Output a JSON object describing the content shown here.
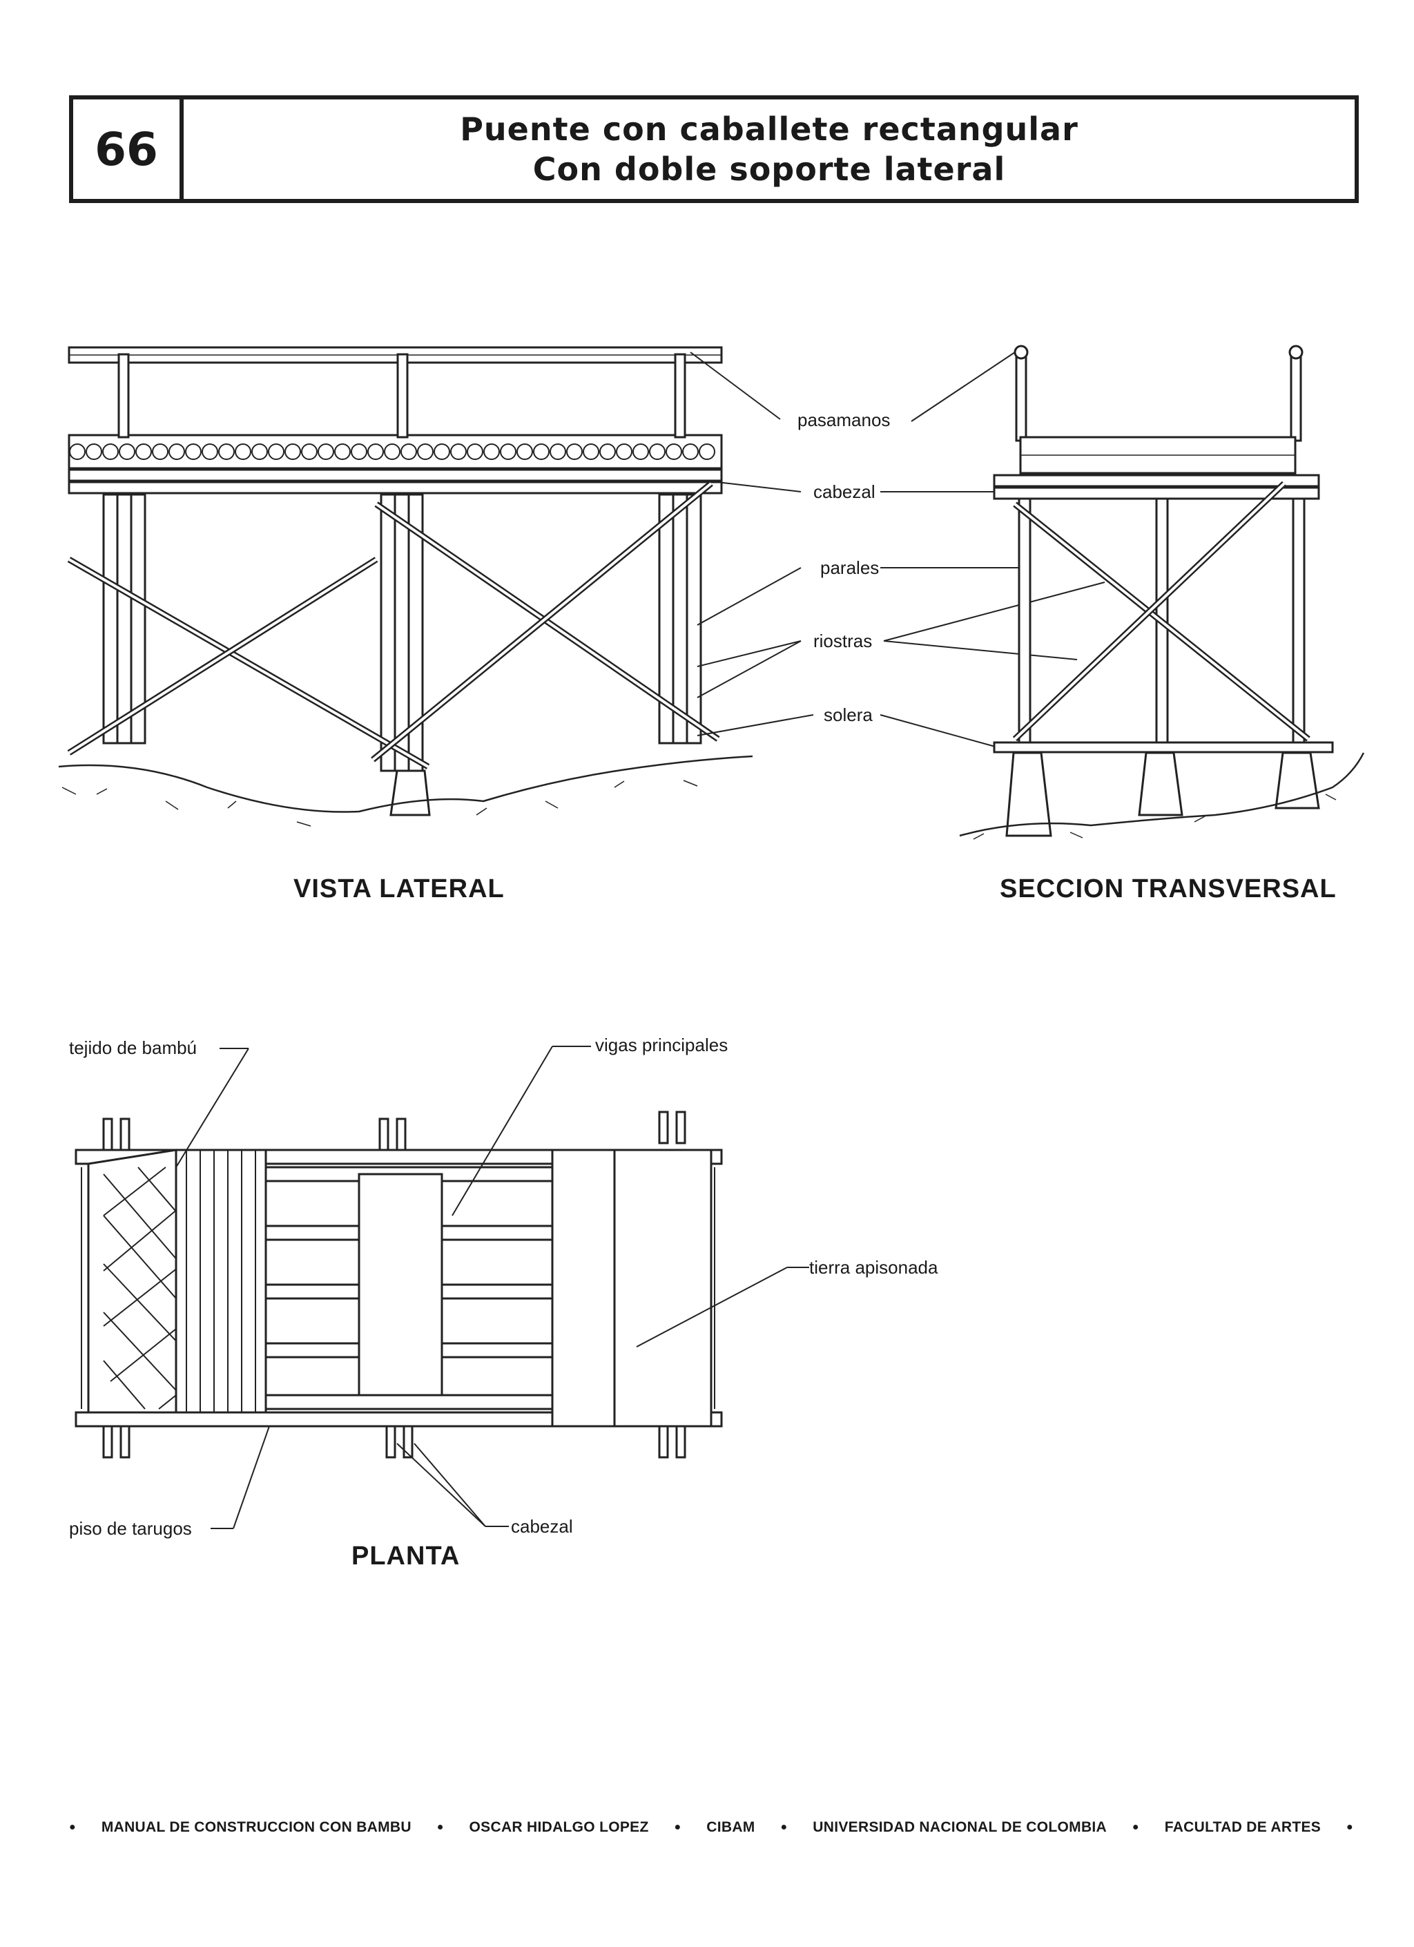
{
  "page": {
    "number": "66",
    "title_line1": "Puente con caballete rectangular",
    "title_line2": "Con doble soporte lateral"
  },
  "figures": {
    "lateral": {
      "caption": "VISTA LATERAL",
      "labels": {
        "pasamanos": "pasamanos",
        "cabezal": "cabezal",
        "parales": "parales",
        "riostras": "riostras",
        "solera": "solera"
      }
    },
    "section": {
      "caption": "SECCION TRANSVERSAL"
    },
    "plan": {
      "caption": "PLANTA",
      "labels": {
        "tejido": "tejido de bambú",
        "vigas": "vigas principales",
        "tierra": "tierra apisonada",
        "piso": "piso de tarugos",
        "cabezal": "cabezal"
      }
    }
  },
  "footer": {
    "items": [
      "MANUAL DE CONSTRUCCION CON BAMBU",
      "OSCAR HIDALGO LOPEZ",
      "CIBAM",
      "UNIVERSIDAD NACIONAL DE COLOMBIA",
      "FACULTAD DE ARTES"
    ]
  }
}
